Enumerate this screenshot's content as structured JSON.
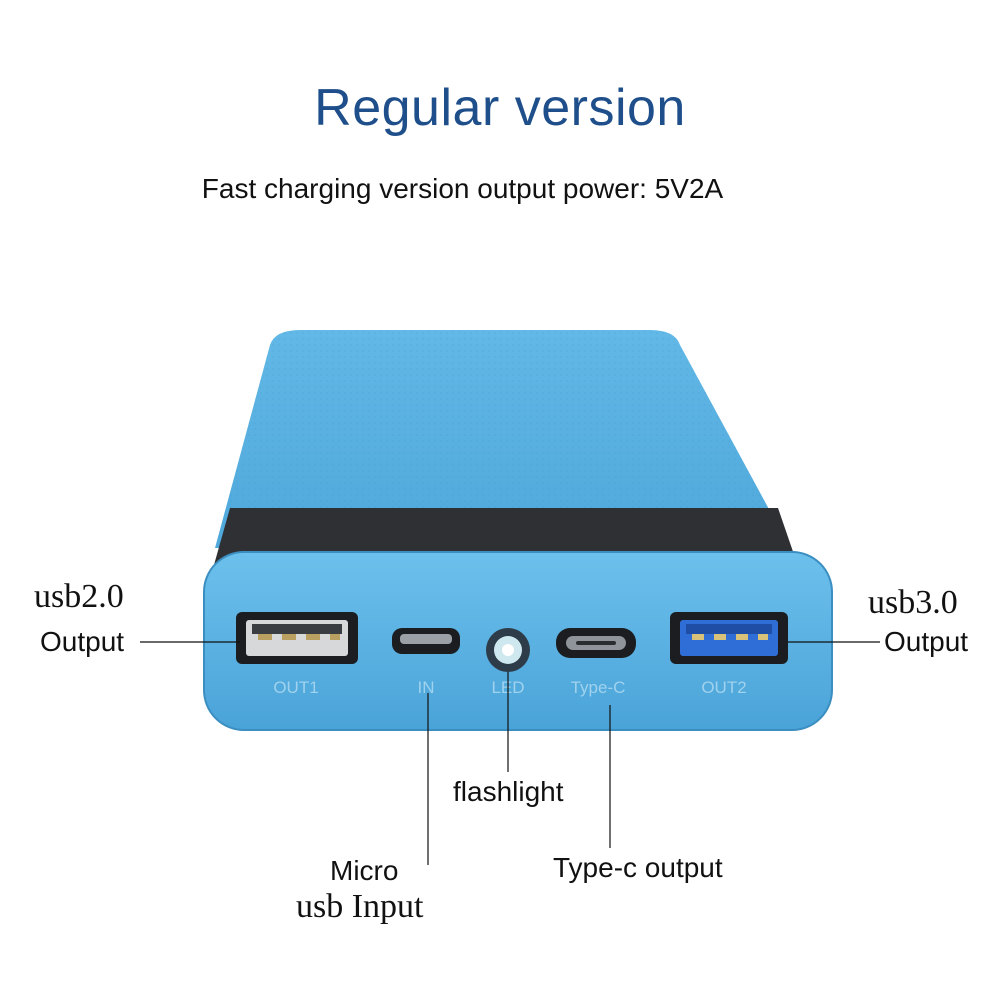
{
  "header": {
    "title": "Regular version",
    "subtitle": "Fast charging version output power: 5V2A"
  },
  "device": {
    "port_labels": {
      "out1": "OUT1",
      "in": "IN",
      "led": "LED",
      "typec": "Type-C",
      "out2": "OUT2"
    },
    "colors": {
      "shell": "#5bb2e0",
      "band": "#2e3034",
      "accent_blue": "#2f6ed6"
    }
  },
  "callouts": {
    "usb2_title": "usb2.0",
    "usb2_sub": "Output",
    "usb3_title": "usb3.0",
    "usb3_sub": "Output",
    "flashlight": "flashlight",
    "micro_line1": "Micro",
    "micro_line2": "usb Input",
    "typec_output": "Type-c output"
  }
}
